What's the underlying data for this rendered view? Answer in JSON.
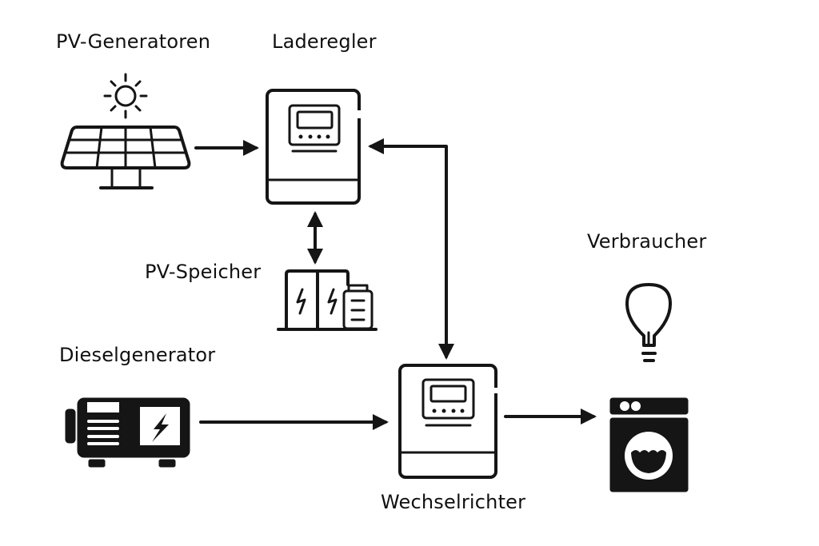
{
  "diagram": {
    "nodes": {
      "pv_generator": {
        "label": "PV-Generatoren",
        "icon": "solar-panel-icon"
      },
      "charge_controller": {
        "label": "Laderegler",
        "icon": "charge-controller-icon"
      },
      "battery": {
        "label": "PV-Speicher",
        "icon": "battery-storage-icon"
      },
      "diesel": {
        "label": "Dieselgenerator",
        "icon": "diesel-generator-icon"
      },
      "inverter": {
        "label": "Wechselrichter",
        "icon": "inverter-icon"
      },
      "consumers": {
        "label": "Verbraucher",
        "icons": [
          "light-bulb-icon",
          "washing-machine-icon"
        ]
      }
    },
    "edges": [
      {
        "from": "PV-Generatoren",
        "to": "Laderegler",
        "direction": "one-way"
      },
      {
        "from": "Laderegler",
        "to": "PV-Speicher",
        "direction": "two-way"
      },
      {
        "from": "Laderegler",
        "to": "Wechselrichter",
        "direction": "two-way"
      },
      {
        "from": "Dieselgenerator",
        "to": "Wechselrichter",
        "direction": "one-way"
      },
      {
        "from": "Wechselrichter",
        "to": "Verbraucher",
        "direction": "one-way"
      }
    ]
  }
}
